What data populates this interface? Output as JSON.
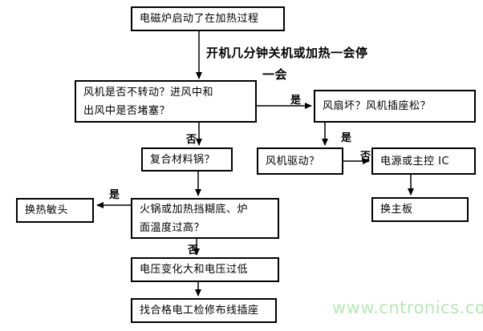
{
  "diagram": {
    "note": {
      "line1": "开机几分钟关机或加热一会停",
      "line2": "一会"
    },
    "nodes": {
      "start": "电磁炉启动了在加热过程",
      "fan_check": "风机是否不转动？进风中和\n出风中是否堵塞？",
      "fan_broken": "风扇坏？风机插座松？",
      "fan_drive": "风机驱动？",
      "power_ic": "电源或主控 IC",
      "replace_mainboard": "换主板",
      "composite_pot": "复合材料锅？",
      "replace_thermal_head": "换热敏头",
      "pot_overheat": "火锅或加热挡糊底、炉\n面温度过高？",
      "voltage_issue": "电压变化大和电压过低",
      "electrician": "找合格电工检修布线插座"
    },
    "edge_labels": {
      "fan_yes": "是",
      "fan_no": "否",
      "drive_yes": "是",
      "drive_no": "否",
      "overheat_yes": "是",
      "overheat_no": "否"
    },
    "line_color": "#000000",
    "box_background": "#ffffff"
  },
  "watermark": {
    "text": "www.cntronics.com",
    "color": "#b8e6b8"
  }
}
